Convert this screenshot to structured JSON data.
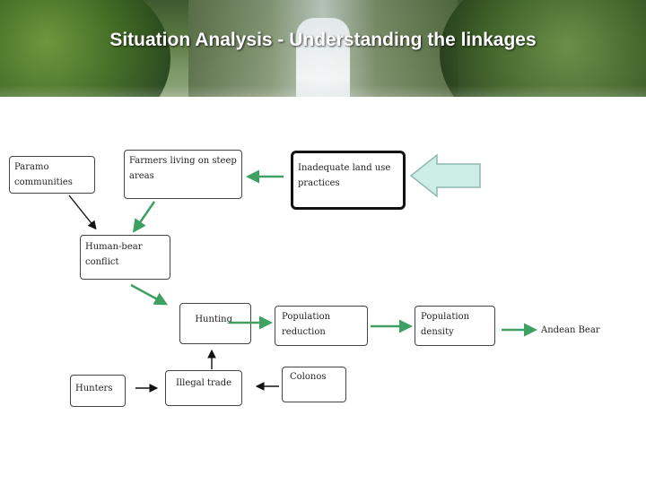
{
  "slide": {
    "title": "Situation Analysis - Understanding the linkages"
  },
  "nodes": {
    "paramo": "Paramo communities",
    "farmers": "Farmers living on steep areas",
    "land_use": "Inadequate land use practices",
    "conflict": "Human-bear conflict",
    "hunting": "Hunting",
    "population_reduction": "Population reduction",
    "population_density": "Population density",
    "andean_bear": "Andean Bear",
    "hunters": "Hunters",
    "illegal_trade": "Illegal trade",
    "colonos": "Colonos"
  },
  "colors": {
    "green_arrow": "#3fa063",
    "block_arrow_fill": "#cdeee7",
    "block_arrow_stroke": "#8fb8b0",
    "black_arrow": "#111111"
  }
}
